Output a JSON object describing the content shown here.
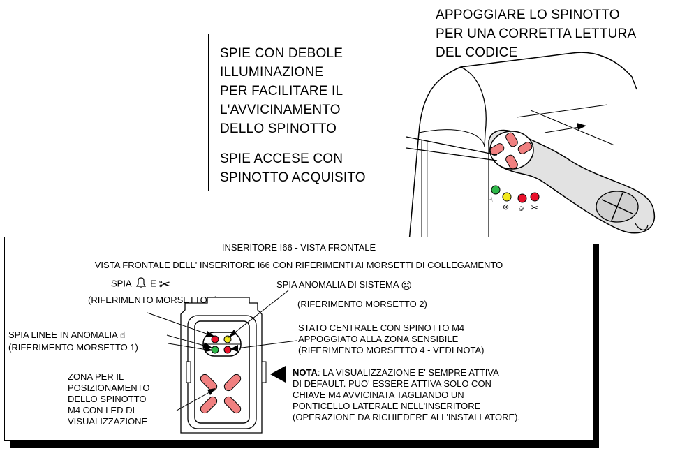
{
  "top_note": {
    "lines": [
      "APPOGGIARE LO SPINOTTO",
      "PER UNA CORRETTA LETTURA",
      "DEL CODICE"
    ]
  },
  "callout": {
    "group1": [
      "SPIE CON DEBOLE",
      "ILLUMINAZIONE",
      "PER FACILITARE IL",
      "L'AVVICINAMENTO",
      "DELLO SPINOTTO"
    ],
    "group2": [
      "SPIE ACCESE CON",
      "SPINOTTO ACQUISITO"
    ]
  },
  "panel": {
    "title": "INSERITORE I66 - VISTA FRONTALE",
    "subtitle": "VISTA FRONTALE DELL' INSERITORE I66 CON RIFERIMENTI AI MORSETTI DI COLLEGAMENTO",
    "spia_bell": {
      "prefix": "SPIA",
      "conj": "E",
      "ref": "(RIFERIMENTO MORSETTO 3)"
    },
    "spia_anomalia": {
      "label": "SPIA  ANOMALIA DI SISTEMA",
      "ref": "(RIFERIMENTO MORSETTO 2)"
    },
    "spia_linee": {
      "label": "SPIA  LINEE IN ANOMALIA",
      "ref": "(RIFERIMENTO MORSETTO 1)"
    },
    "stato_centrale": {
      "lines": [
        "STATO CENTRALE CON SPINOTTO M4",
        "APPOGGIATO ALLA ZONA SENSIBILE",
        "(RIFERIMENTO MORSETTO 4 - VEDI NOTA)"
      ]
    },
    "zona": {
      "lines": [
        "ZONA PER IL",
        "POSIZIONAMENTO",
        "DELLO SPINOTTO",
        "M4 CON LED DI",
        "VISUALIZZAZIONE"
      ]
    },
    "nota": {
      "bold": "NOTA",
      "lines": [
        ": LA VISUALIZZAZIONE E' SEMPRE ATTIVA",
        "DI DEFAULT. PUO' ESSERE ATTIVA SOLO CON",
        "CHIAVE M4 AVVICINATA TAGLIANDO UN",
        "PONTICELLO LATERALE NELL'INSERITORE",
        "(OPERAZIONE DA RICHIEDERE ALL'INSTALLATORE)."
      ]
    }
  },
  "colors": {
    "led_red": "#e8102a",
    "led_yellow": "#f2e81e",
    "led_green": "#2fb84a",
    "pink": "#f08080"
  }
}
